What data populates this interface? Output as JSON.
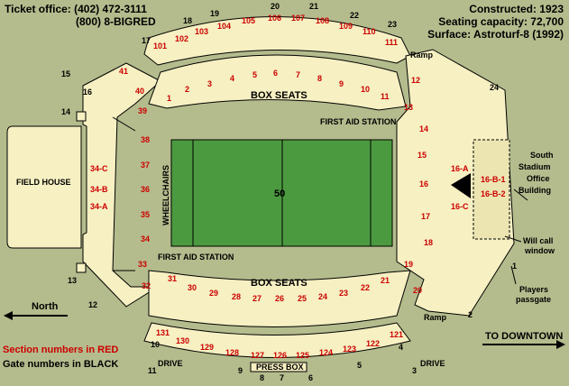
{
  "info_left": {
    "line1": "Ticket office: (402) 472-3111",
    "line2": "(800) 8-BIGRED"
  },
  "info_right": {
    "line1": "Constructed: 1923",
    "line2": "Seating capacity: 72,700",
    "line3": "Surface: Astroturf-8 (1992)"
  },
  "labels": {
    "box_seats": "BOX SEATS",
    "first_aid": "FIRST AID STATION",
    "field_house": "FIELD HOUSE",
    "wheelchairs": "WHEELCHAIRS",
    "fifty": "50",
    "south_building_1": "South",
    "south_building_2": "Stadium",
    "south_building_3": "Office",
    "south_building_4": "Building",
    "will_call_1": "Will call",
    "will_call_2": "window",
    "players_1": "Players",
    "players_2": "passgate",
    "north": "North",
    "downtown": "TO DOWNTOWN",
    "drive": "DRIVE",
    "press_box": "PRESS BOX",
    "ramp": "Ramp",
    "legend_red": "Section numbers in RED",
    "legend_black": "Gate numbers in BLACK"
  },
  "sections": {
    "east_upper": [
      "101",
      "102",
      "103",
      "104",
      "105",
      "106",
      "107",
      "108",
      "109",
      "110",
      "111"
    ],
    "east_lower": [
      "1",
      "2",
      "3",
      "4",
      "5",
      "6",
      "7",
      "8",
      "9",
      "10",
      "11"
    ],
    "west_lower": [
      "31",
      "30",
      "29",
      "28",
      "27",
      "26",
      "25",
      "24",
      "23",
      "22",
      "21"
    ],
    "west_upper": [
      "131",
      "130",
      "129",
      "128",
      "127",
      "126",
      "125",
      "124",
      "123",
      "122",
      "121"
    ],
    "north": [
      "41",
      "40",
      "39",
      "38",
      "37",
      "36",
      "35",
      "34",
      "33",
      "32",
      "34-C",
      "34-B",
      "34-A"
    ],
    "south": [
      "12",
      "13",
      "14",
      "15",
      "16",
      "17",
      "18",
      "19",
      "20",
      "16-A",
      "16-B-1",
      "16-B-2",
      "16-C"
    ]
  },
  "gates": {
    "top": [
      "17",
      "18",
      "19",
      "20",
      "21",
      "22",
      "23"
    ],
    "right": [
      "24",
      "1",
      "2"
    ],
    "bottom": [
      "3",
      "4",
      "5",
      "6",
      "7",
      "8",
      "9",
      "10",
      "11"
    ],
    "left": [
      "12",
      "13",
      "14",
      "15",
      "16"
    ]
  }
}
